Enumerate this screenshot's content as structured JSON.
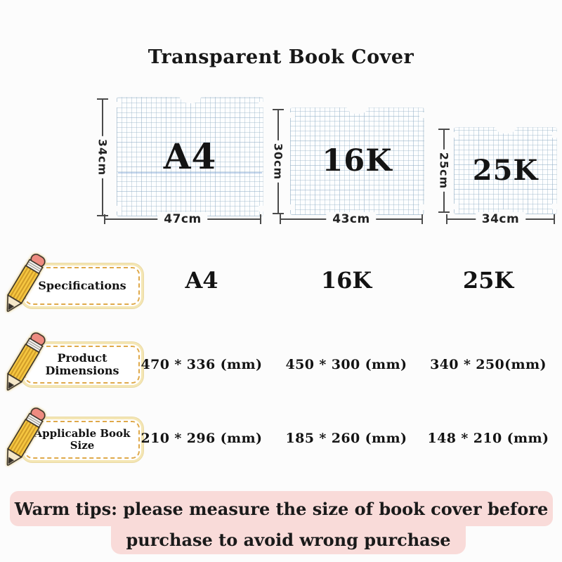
{
  "page": {
    "title": "Transparent Book Cover"
  },
  "covers": [
    {
      "label": "A4",
      "height_label": "34cm",
      "width_label": "47cm"
    },
    {
      "label": "16K",
      "height_label": "30cm",
      "width_label": "43cm"
    },
    {
      "label": "25K",
      "height_label": "25cm",
      "width_label": "34cm"
    }
  ],
  "spec_rows": [
    {
      "label": "Specifications",
      "values": [
        "A4",
        "16K",
        "25K"
      ]
    },
    {
      "label": "Product Dimensions",
      "values": [
        "470 * 336 (mm)",
        "450 * 300 (mm)",
        "340 * 250(mm)"
      ]
    },
    {
      "label": "Applicable Book Size",
      "values": [
        "210 * 296 (mm)",
        "185 * 260 (mm)",
        "148 * 210 (mm)"
      ]
    }
  ],
  "warm_tips": {
    "line1": "Warm tips: please measure the size of book cover before",
    "line2": "purchase to avoid wrong purchase"
  },
  "colors": {
    "background": "#fcfcfc",
    "tip_pink": "#f9dbd9",
    "banner_border": "#f4e6b4",
    "banner_dashed": "#dfa94a",
    "pencil_yellow": "#f6c741",
    "pencil_eraser": "#ee8b80",
    "grid_line": "#94b0c4",
    "dimension_line": "#4b4b4b"
  }
}
